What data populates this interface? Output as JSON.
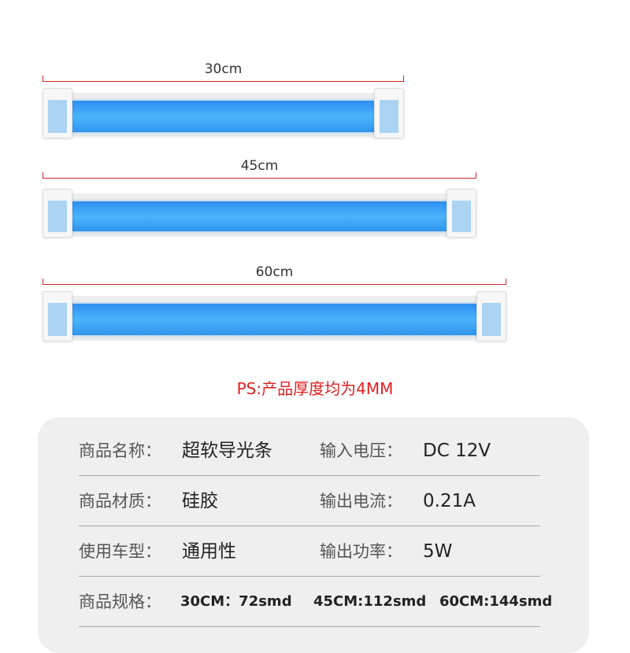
{
  "dimensions": [
    {
      "label": "30cm"
    },
    {
      "label": "45cm"
    },
    {
      "label": "60cm"
    }
  ],
  "note": "PS:产品厚度均为4MM",
  "specs": {
    "rows": [
      {
        "k1": "商品名称：",
        "v1": "超软导光条",
        "k2": "输入电压：",
        "v2": "DC 12V"
      },
      {
        "k1": "商品材质：",
        "v1": "硅胶",
        "k2": "输出电流：",
        "v2": "0.21A"
      },
      {
        "k1": "使用车型：",
        "v1": "通用性",
        "k2": "输出功率：",
        "v2": "5W"
      }
    ],
    "models_label": "商品规格：",
    "models": [
      "30CM：72smd",
      "45CM:112smd",
      "60CM:144smd"
    ]
  },
  "colors": {
    "dimension_line": "#d02828",
    "note": "#e02020",
    "strip_glow": "#3aa2f6",
    "card": "#efefef"
  }
}
